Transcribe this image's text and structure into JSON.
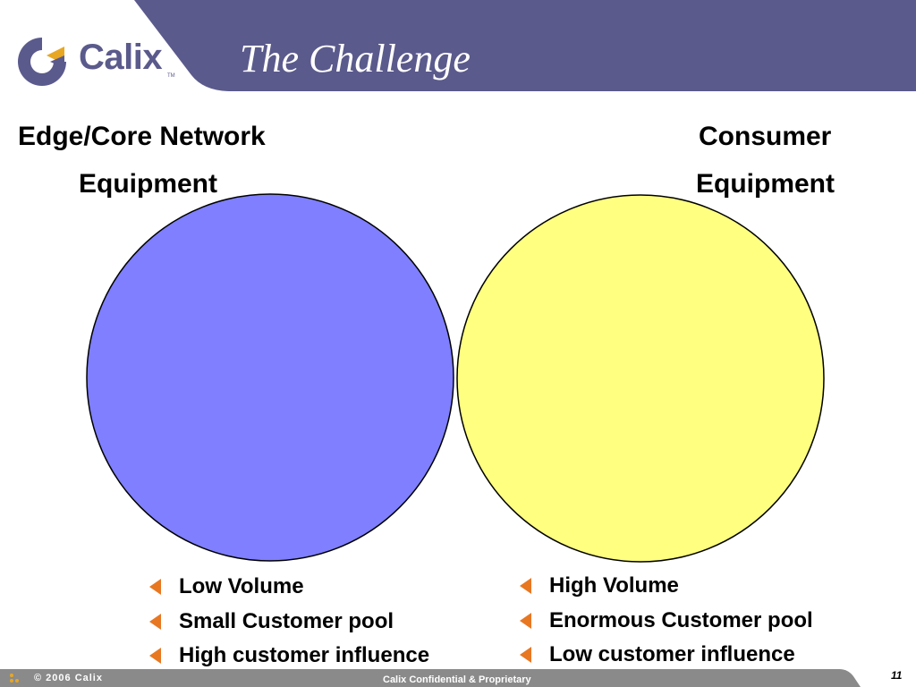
{
  "header": {
    "title": "The Challenge",
    "logo_text": "Calix",
    "logo_tm": "TM",
    "band_color": "#5b5a8c"
  },
  "left": {
    "heading_line1": "Edge/Core Network",
    "heading_line2": "Equipment",
    "circle_color": "#7f7fff",
    "bullets": [
      "Low Volume",
      "Small Customer pool",
      "High customer influence"
    ]
  },
  "right": {
    "heading_line1": "Consumer",
    "heading_line2": "Equipment",
    "circle_color": "#ffff80",
    "bullets": [
      "High Volume",
      "Enormous Customer pool",
      "Low customer influence"
    ]
  },
  "footer": {
    "copyright": "© 2006 Calix",
    "confidential": "Calix Confidential & Proprietary",
    "page_number": "11"
  },
  "colors": {
    "bullet_arrow": "#e87722",
    "footer_bar": "#8a8a8a"
  },
  "icons": {
    "logo": "calix-c-logo-icon",
    "bullet": "orange-triangle-bullet-icon",
    "footer_mark": "dots-icon"
  }
}
